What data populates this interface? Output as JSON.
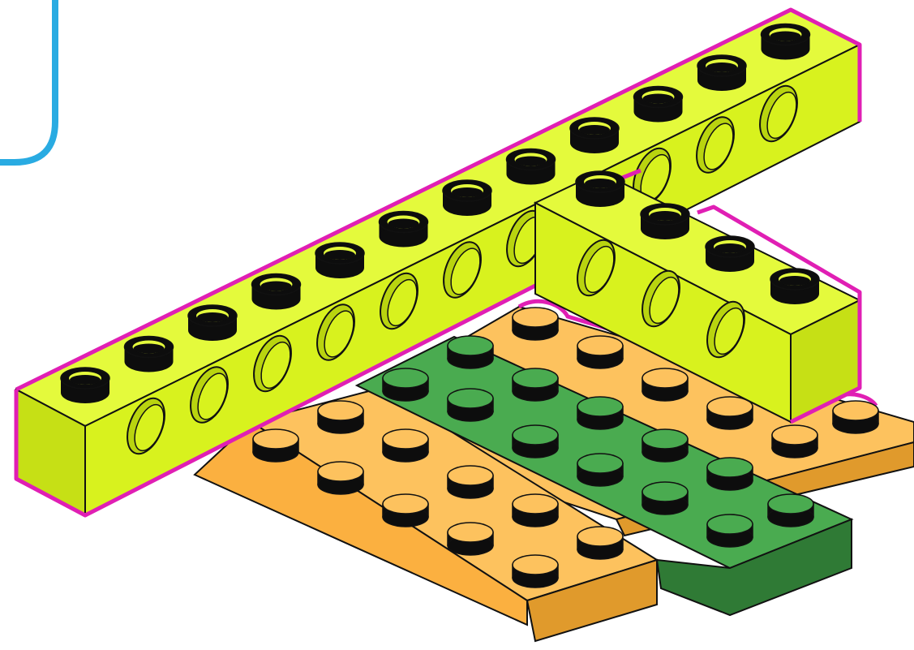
{
  "scene": {
    "description_visible_text": "",
    "callout_frame": {
      "color": "#29abe2",
      "shape": "rounded-corner"
    }
  },
  "colors": {
    "lime": "#d8f21e",
    "lime_top": "#e4fa3c",
    "lime_dark": "#b9d40f",
    "highlight": "#e01fb4",
    "orange": "#fbb040",
    "orange_top": "#fdc25e",
    "orange_dark": "#e09a2c",
    "green": "#3f9a45",
    "green_top": "#4aab50",
    "green_dark": "#2f7a35",
    "stud_dark": "#0d0d0d",
    "outline": "#111111",
    "callout": "#29abe2"
  },
  "parts": [
    {
      "name": "long-technic-beam",
      "color": "lime",
      "studs": 12,
      "highlighted": true
    },
    {
      "name": "short-technic-beam",
      "color": "lime",
      "studs": 4,
      "highlighted": true
    },
    {
      "name": "orange-plate-back",
      "color": "orange",
      "highlighted": true
    },
    {
      "name": "green-plate",
      "color": "green",
      "highlighted": false
    },
    {
      "name": "orange-plate-front",
      "color": "orange",
      "highlighted": false
    }
  ]
}
